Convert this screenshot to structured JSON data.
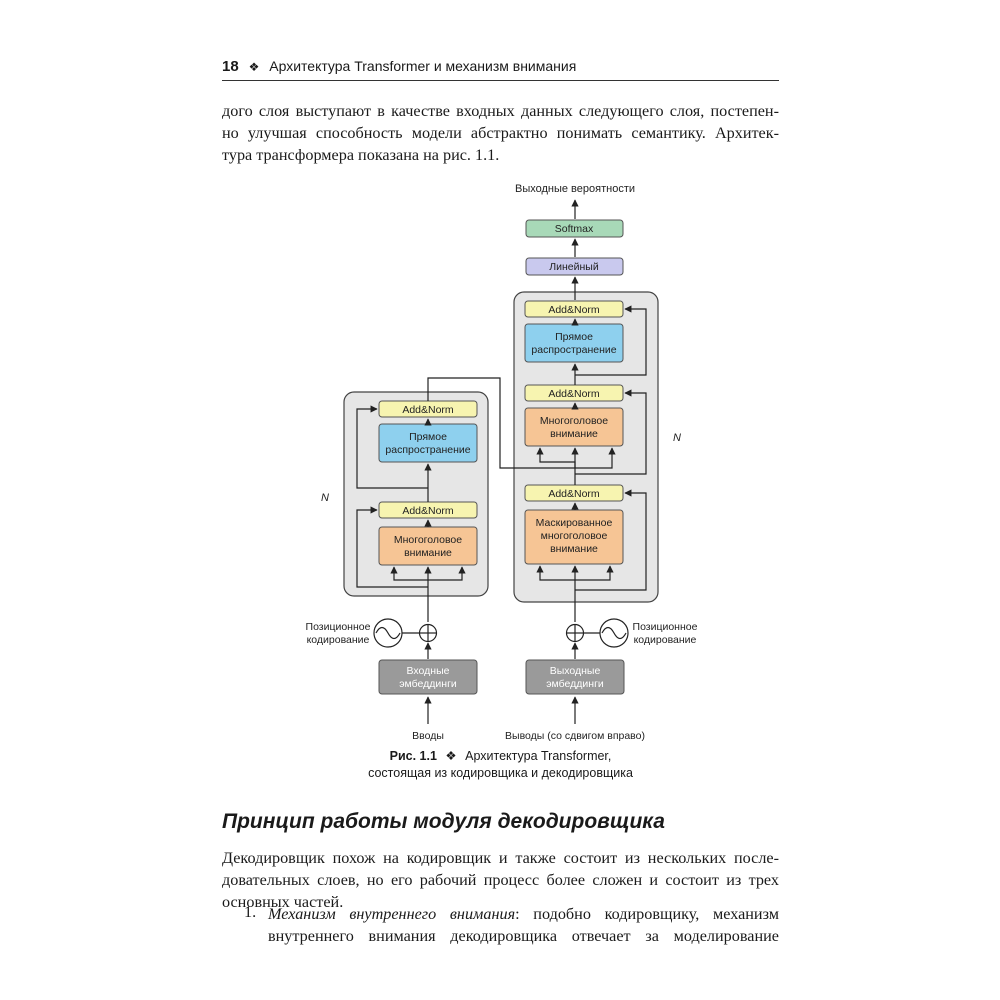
{
  "header": {
    "page_number": "18",
    "separator": "❖",
    "title": "Архитектура Transformer и механизм внимания"
  },
  "intro_lines": [
    "дого слоя выступают в качестве входных данных следующего слоя, постепен-",
    "но улучшая способность модели абстрактно понимать семантику. Архитек-",
    "тура трансформера показана на рис. 1.1."
  ],
  "diagram": {
    "output_probs": "Выходные вероятности",
    "softmax": "Softmax",
    "linear": "Линейный",
    "add_norm": "Add&Norm",
    "feed_forward": [
      "Прямое",
      "распространение"
    ],
    "multi_head": [
      "Многоголовое",
      "внимание"
    ],
    "masked_multi_head": [
      "Маскированное",
      "многоголовое",
      "внимание"
    ],
    "n_label": "N",
    "positional_encoding": [
      "Позиционное",
      "кодирование"
    ],
    "input_embeddings": [
      "Входные",
      "эмбеддинги"
    ],
    "output_embeddings": [
      "Выходные",
      "эмбеддинги"
    ],
    "inputs": "Вводы",
    "outputs_shifted": "Выводы (со сдвигом вправо)"
  },
  "caption": {
    "label": "Рис. 1.1",
    "separator": "❖",
    "line1": "Архитектура Transformer,",
    "line2": "состоящая из кодировщика и декодировщика"
  },
  "section_heading": "Принцип работы модуля декодировщика",
  "body_lines": [
    "Декодировщик похож на кодировщик и также состоит из нескольких после-",
    "довательных слоев, но его рабочий процесс более сложен и состоит из трех",
    "основных частей."
  ],
  "list_item": {
    "number": "1.",
    "term": "Механизм внутреннего внимания",
    "line1_rest": ": подобно кодировщику, механизм",
    "line2": "внутреннего внимания декодировщика отвечает за моделирование"
  }
}
